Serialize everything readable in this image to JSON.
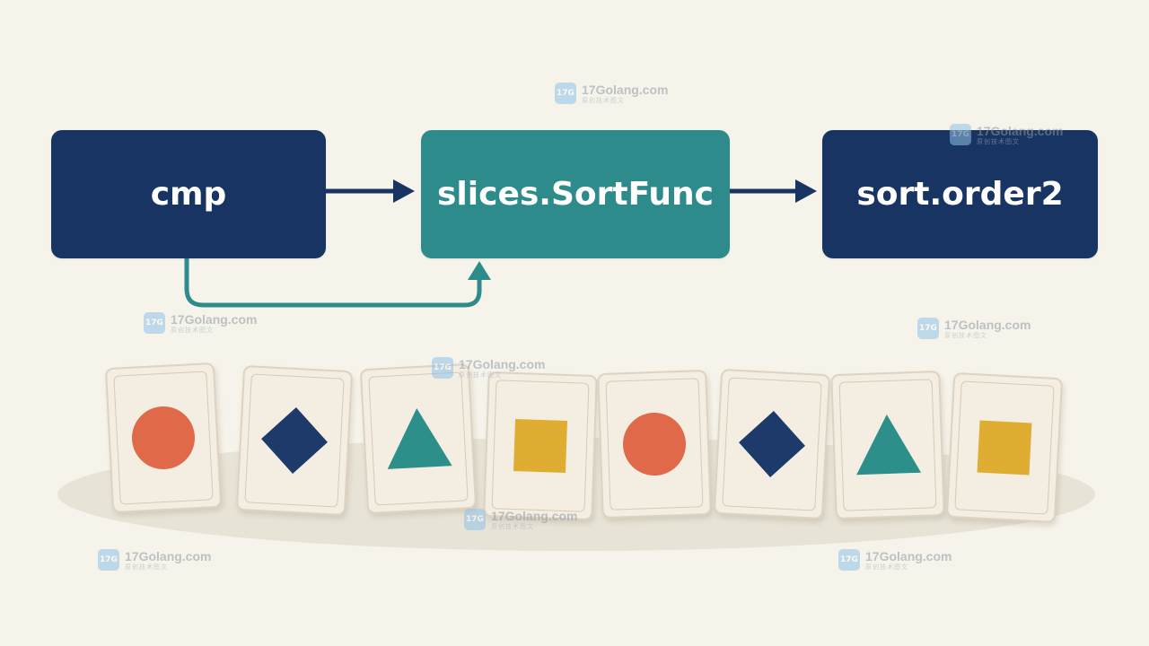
{
  "colors": {
    "navy": "#173462",
    "teal": "#2e8b8b",
    "arrow_dark": "#173462",
    "arrow_teal": "#2e8b8b",
    "circle": "#e0694a",
    "diamond": "#1d3a6b",
    "triangle": "#2c8f8a",
    "square": "#e0ad33"
  },
  "nodes": {
    "cmp": {
      "label": "cmp"
    },
    "sortfunc": {
      "label": "slices.SortFunc"
    },
    "order2": {
      "label": "sort.order2"
    }
  },
  "cards": [
    {
      "shape": "circle",
      "rotation": -3
    },
    {
      "shape": "diamond",
      "rotation": 3
    },
    {
      "shape": "triangle",
      "rotation": -3
    },
    {
      "shape": "square",
      "rotation": 2
    },
    {
      "shape": "circle",
      "rotation": -2
    },
    {
      "shape": "diamond",
      "rotation": 3
    },
    {
      "shape": "triangle",
      "rotation": -2
    },
    {
      "shape": "square",
      "rotation": 3
    }
  ],
  "watermark": {
    "logo": "17G",
    "site": "17Golang.com",
    "sub": "原创技术图文"
  }
}
